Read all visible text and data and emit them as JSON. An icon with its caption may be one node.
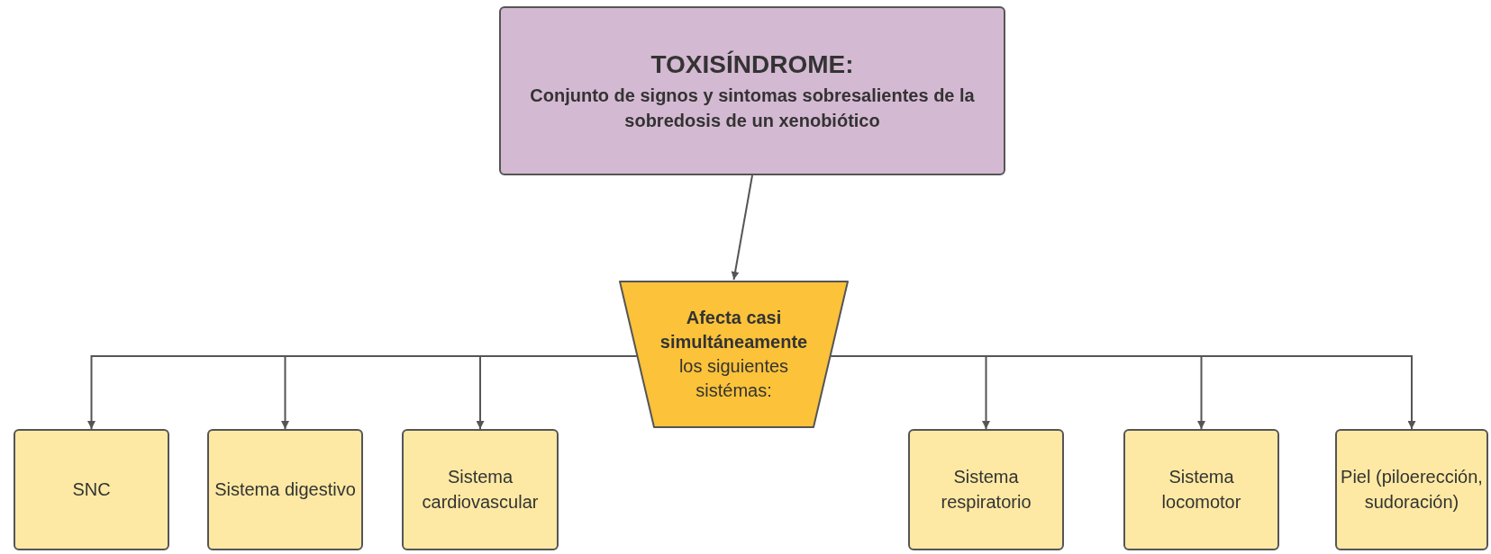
{
  "diagram": {
    "nodes": [
      {
        "text": [
          "TOXISÍNDROME:",
          "Conjunto de signos y sintomas sobresalientes de la sobredosis de un xenobiótico"
        ]
      },
      {
        "text": [
          "**Afecta casi simultáneamente** los siguientes sistémas:"
        ]
      },
      {
        "text": [
          "SNC"
        ]
      },
      {
        "text": [
          "Sistema digestivo"
        ]
      },
      {
        "text": [
          "Sistema cardiovascular"
        ]
      },
      {
        "text": [
          "Sistema respiratorio"
        ]
      },
      {
        "text": [
          "Sistema locomotor"
        ]
      },
      {
        "text": [
          "Piel (piloerección, sudoración)"
        ]
      }
    ],
    "edges": [
      {
        "from": 0,
        "to": 1,
        "arrow": "to"
      },
      {
        "from": 1,
        "to": 2,
        "arrow": "to"
      },
      {
        "from": 1,
        "to": 3,
        "arrow": "to"
      },
      {
        "from": 1,
        "to": 4,
        "arrow": "to"
      },
      {
        "from": 1,
        "to": 5,
        "arrow": "to"
      },
      {
        "from": 1,
        "to": 6,
        "arrow": "to"
      },
      {
        "from": 1,
        "to": 7,
        "arrow": "to"
      }
    ]
  }
}
